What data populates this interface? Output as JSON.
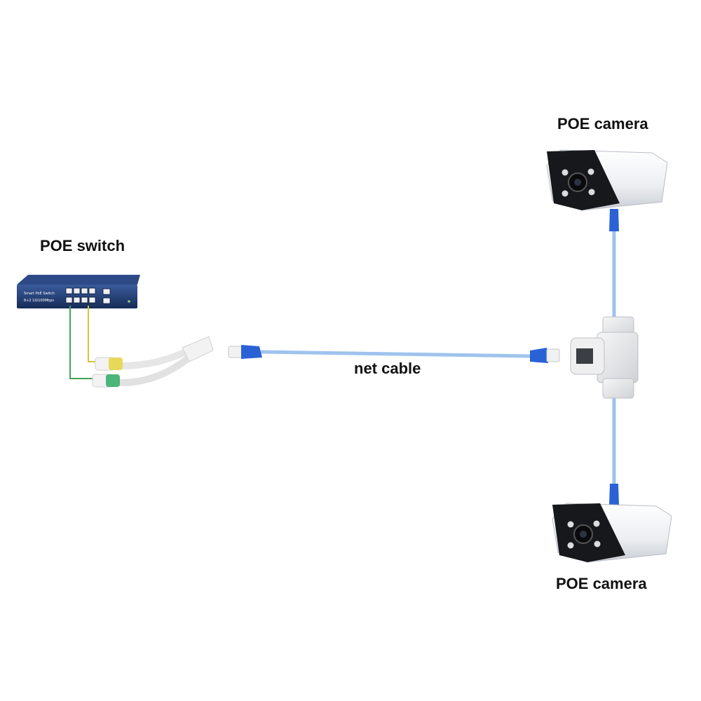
{
  "labels": {
    "switch": "POE switch",
    "camera_top": "POE camera",
    "camera_bottom": "POE camera",
    "cable": "net cable"
  },
  "switch_panel": {
    "line1": "Smart PoE Switch",
    "line2": "8+2  10/100Mbps"
  },
  "colors": {
    "cable": "#9fc3ee",
    "plug": "#2a62d6",
    "switch_body": "#1e3a72",
    "wire_yellow": "#d9c43a",
    "wire_green": "#3fa35a",
    "connector_yellow": "#e8d85a",
    "connector_green": "#4cb57a"
  }
}
